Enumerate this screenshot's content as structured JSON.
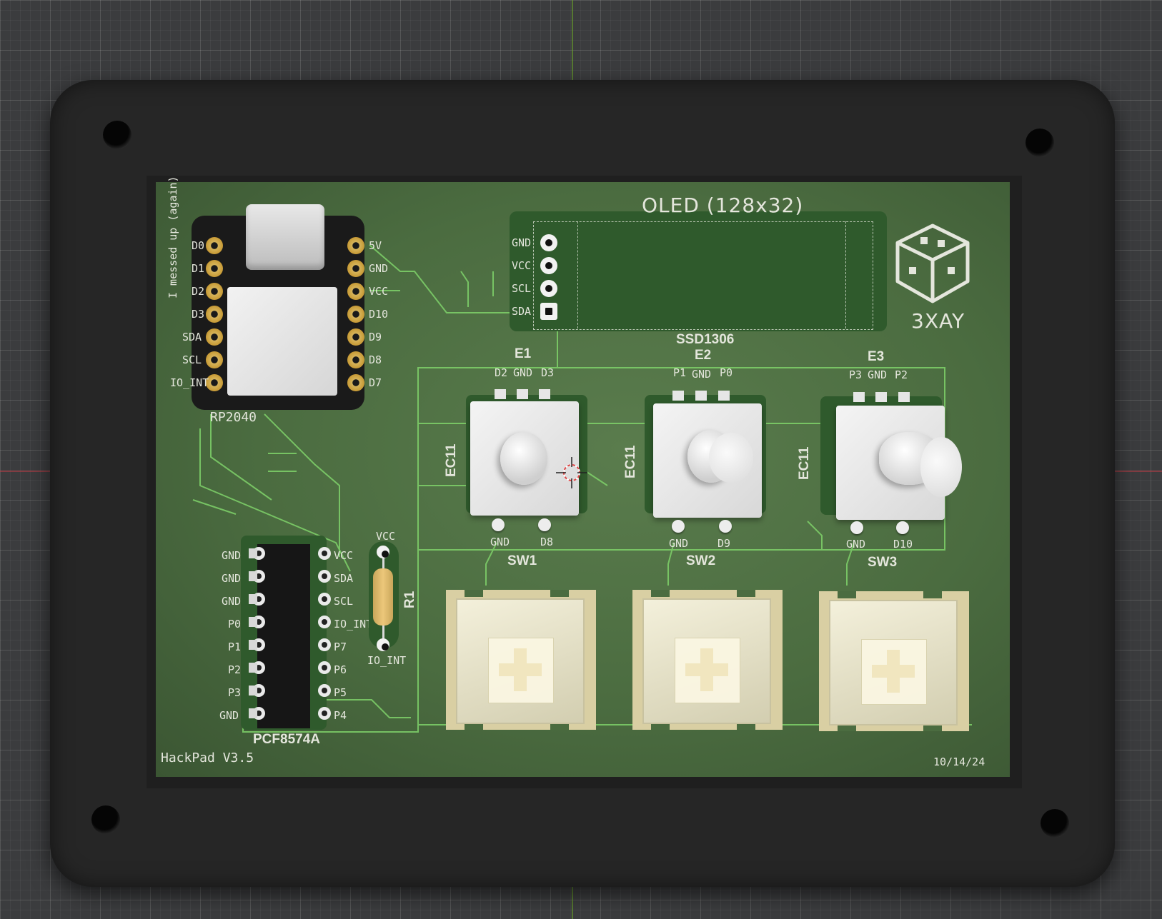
{
  "board": {
    "name": "HackPad V3.5",
    "date": "10/14/24",
    "note": "I messed up (again)"
  },
  "mcu": {
    "label": "RP2040",
    "left_pins": [
      "D0",
      "D1",
      "D2",
      "D3",
      "SDA",
      "SCL",
      "IO_INT"
    ],
    "right_pins": [
      "5V",
      "GND",
      "VCC",
      "D10",
      "D9",
      "D8",
      "D7"
    ]
  },
  "oled": {
    "title": "OLED (128x32)",
    "subtitle": "SSD1306",
    "pins": [
      "GND",
      "VCC",
      "SCL",
      "SDA"
    ]
  },
  "logo": {
    "text": "3XAY"
  },
  "encoders": [
    {
      "ref": "E1",
      "part": "EC11",
      "top_pins": [
        "D2",
        "GND",
        "D3"
      ],
      "bottom_pins": [
        "GND",
        "D8"
      ]
    },
    {
      "ref": "E2",
      "part": "EC11",
      "top_pins": [
        "P1",
        "GND",
        "P0"
      ],
      "bottom_pins": [
        "GND",
        "D9"
      ]
    },
    {
      "ref": "E3",
      "part": "EC11",
      "top_pins": [
        "P3",
        "GND",
        "P2"
      ],
      "bottom_pins": [
        "GND",
        "D10"
      ]
    }
  ],
  "switches": [
    "SW1",
    "SW2",
    "SW3"
  ],
  "expander": {
    "label": "PCF8574A",
    "left_pins": [
      "GND",
      "GND",
      "GND",
      "P0",
      "P1",
      "P2",
      "P3",
      "GND"
    ],
    "right_pins": [
      "VCC",
      "SDA",
      "SCL",
      "IO_INT",
      "P7",
      "P6",
      "P5",
      "P4"
    ]
  },
  "resistor": {
    "ref": "R1",
    "top": "VCC",
    "bottom": "IO_INT"
  },
  "colors": {
    "pcb": "#4b6c40",
    "silkscreen": "#e4e6dc",
    "trace": "#7fd26a",
    "case": "#262626",
    "switch_housing": "#d9cfa3"
  }
}
